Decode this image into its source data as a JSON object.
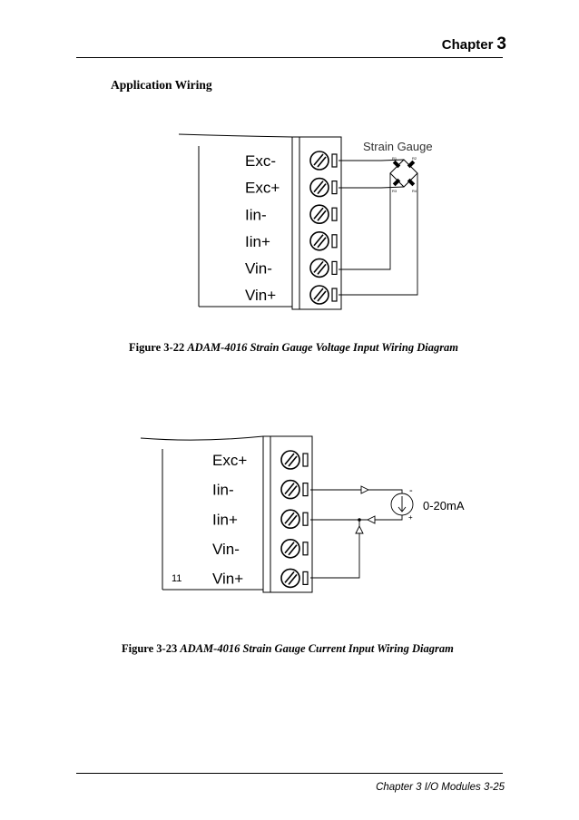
{
  "header": {
    "chapter_label": "Chapter",
    "chapter_number": "3"
  },
  "section": {
    "title": "Application Wiring"
  },
  "figure_22": {
    "number": "Figure 3-22",
    "title": "ADAM-4016 Strain Gauge Voltage Input Wiring Diagram",
    "terminals": [
      "Exc-",
      "Exc+",
      "Iin-",
      "Iin+",
      "Vin-",
      "Vin+"
    ],
    "gauge_label": "Strain Gauge",
    "resistors": [
      "R1",
      "R2",
      "R3",
      "R4"
    ]
  },
  "figure_23": {
    "number": "Figure 3-23",
    "title": "ADAM-4016 Strain Gauge Current Input Wiring Diagram",
    "terminals": [
      "Exc+",
      "Iin-",
      "Iin+",
      "Vin-",
      "Vin+"
    ],
    "source_label": "0-20mA",
    "minus_sign": "-",
    "plus_sign": "+",
    "module_number": "11"
  },
  "footer": {
    "text": "Chapter 3 I/O Modules 3-25"
  }
}
